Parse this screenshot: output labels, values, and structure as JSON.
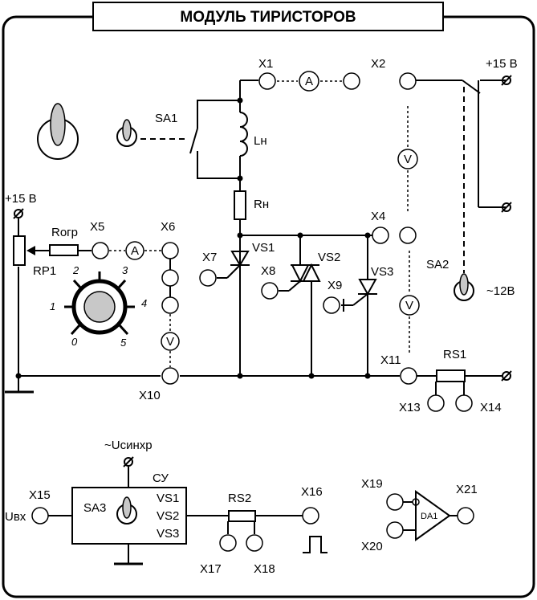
{
  "title": "МОДУЛЬ ТИРИСТОРОВ",
  "terminals": {
    "x1": "X1",
    "x2": "X2",
    "x4": "X4",
    "x5": "X5",
    "x6": "X6",
    "x7": "X7",
    "x8": "X8",
    "x9": "X9",
    "x10": "X10",
    "x11": "X11",
    "x13": "X13",
    "x14": "X14",
    "x15": "X15",
    "x16": "X16",
    "x17": "X17",
    "x18": "X18",
    "x19": "X19",
    "x20": "X20",
    "x21": "X21"
  },
  "components": {
    "sa1": "SA1",
    "sa2": "SA2",
    "sa3": "SA3",
    "ln": "Lн",
    "rn": "Rн",
    "rogr": "Rогр",
    "rp1": "RP1",
    "vs1": "VS1",
    "vs2": "VS2",
    "vs3": "VS3",
    "rs1": "RS1",
    "rs2": "RS2",
    "cu": "СУ",
    "da1": "DA1"
  },
  "supply": {
    "plus15_right": "+15 В",
    "plus15_left": "+15 В",
    "ac12": "~12В",
    "usync": "~Uсинхр",
    "uin": "Uвх"
  },
  "meters": {
    "ammeter": "A",
    "voltmeter": "V"
  },
  "cu_outputs": [
    "VS1",
    "VS2",
    "VS3"
  ],
  "dial_marks": [
    "0",
    "1",
    "2",
    "3",
    "4",
    "5"
  ]
}
